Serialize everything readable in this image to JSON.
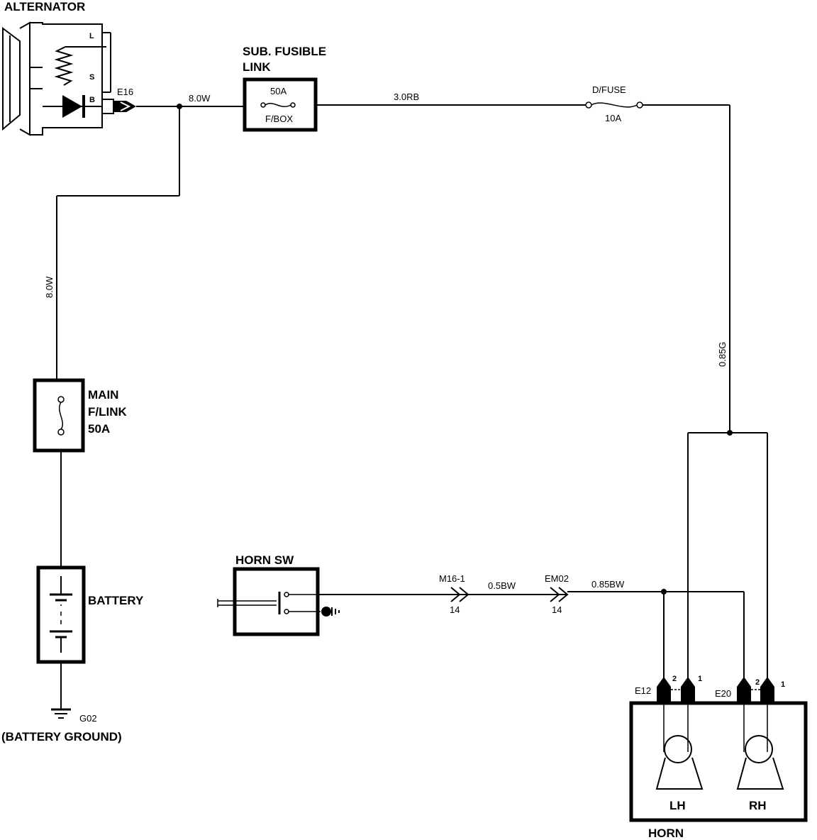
{
  "alternator": {
    "title": "ALTERNATOR",
    "terminal_l": "L",
    "terminal_s": "S",
    "terminal_b": "B",
    "connector": "E16"
  },
  "wires": {
    "alt_to_sub": "8.0W",
    "vertical_main": "8.0W",
    "sub_to_dfuse": "3.0RB",
    "dfuse_to_horn": "0.85G",
    "sw_to_m16": "0.5BW",
    "em02_to_horn": "0.85BW"
  },
  "sub_fusible_link": {
    "title_line1": "SUB. FUSIBLE",
    "title_line2": "LINK",
    "rating": "50A",
    "location": "F/BOX"
  },
  "d_fuse": {
    "title": "D/FUSE",
    "rating": "10A"
  },
  "main_fusible_link": {
    "line1": "MAIN",
    "line2": "F/LINK",
    "line3": "50A"
  },
  "battery": {
    "title": "BATTERY",
    "ground_code": "G02",
    "ground_label": "(BATTERY GROUND)"
  },
  "horn_switch": {
    "title": "HORN SW"
  },
  "connectors": {
    "m16": {
      "name": "M16-1",
      "pin": "14"
    },
    "em02": {
      "name": "EM02",
      "pin": "14"
    },
    "e12": {
      "name": "E12",
      "pin_a": "2",
      "pin_b": "1"
    },
    "e20": {
      "name": "E20",
      "pin_a": "2",
      "pin_b": "1"
    }
  },
  "horn": {
    "title": "HORN",
    "left": "LH",
    "right": "RH"
  }
}
